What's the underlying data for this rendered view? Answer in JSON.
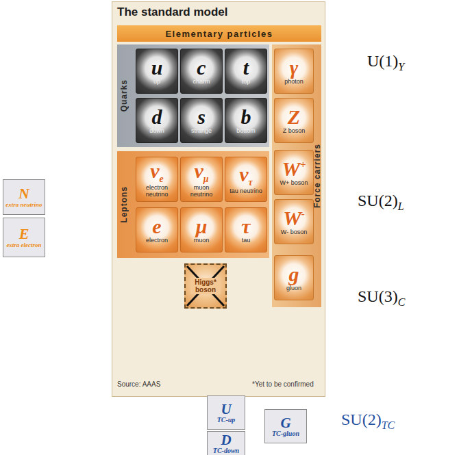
{
  "diagram": {
    "title": "The standard model",
    "nodes": [
      {
        "text": [
          "The standard model"
        ]
      },
      {
        "text": [
          "Elementary particles"
        ],
        "in": 0
      },
      {
        "text": [
          "Quarks"
        ],
        "in": 0
      },
      {
        "text": [
          "u",
          "up"
        ],
        "in": 2
      },
      {
        "text": [
          "c",
          "charm"
        ],
        "in": 2
      },
      {
        "text": [
          "t",
          "top"
        ],
        "in": 2
      },
      {
        "text": [
          "d",
          "down"
        ],
        "in": 2
      },
      {
        "text": [
          "s",
          "strange"
        ],
        "in": 2
      },
      {
        "text": [
          "b",
          "bottom"
        ],
        "in": 2
      },
      {
        "text": [
          "Leptons"
        ],
        "in": 0
      },
      {
        "text": [
          "ν",
          "e",
          "electron neutrino"
        ],
        "in": 9
      },
      {
        "text": [
          "ν",
          "μ",
          "muon neutrino"
        ],
        "in": 9
      },
      {
        "text": [
          "ν",
          "τ",
          "tau neutrino"
        ],
        "in": 9
      },
      {
        "text": [
          "e",
          "electron"
        ],
        "in": 9
      },
      {
        "text": [
          "μ",
          "muon"
        ],
        "in": 9
      },
      {
        "text": [
          "τ",
          "tau"
        ],
        "in": 9
      },
      {
        "text": [
          "Force carriers"
        ],
        "in": 0
      },
      {
        "text": [
          "γ",
          "photon"
        ],
        "in": 16
      },
      {
        "text": [
          "Z",
          "Z boson"
        ],
        "in": 16
      },
      {
        "text": [
          "W",
          "+",
          "W+ boson"
        ],
        "in": 16
      },
      {
        "text": [
          "W",
          "-",
          "W- boson"
        ],
        "in": 16
      },
      {
        "text": [
          "g",
          "gluon"
        ],
        "in": 16
      },
      {
        "text": [
          "Higgs* boson"
        ],
        "in": 0
      },
      {
        "text": [
          "N",
          "extra neutrino"
        ]
      },
      {
        "text": [
          "E",
          "extra electron"
        ]
      },
      {
        "text": [
          "U",
          "TC-up"
        ]
      },
      {
        "text": [
          "D",
          "TC-down"
        ]
      },
      {
        "text": [
          "G",
          "TC-gluon"
        ]
      }
    ],
    "edges": [],
    "labels": [
      "Source: AAAS",
      "*Yet to be confirmed",
      "U(1)",
      "Y",
      "SU(2)",
      "L",
      "SU(3)",
      "C",
      "SU(2)",
      "TC"
    ]
  }
}
